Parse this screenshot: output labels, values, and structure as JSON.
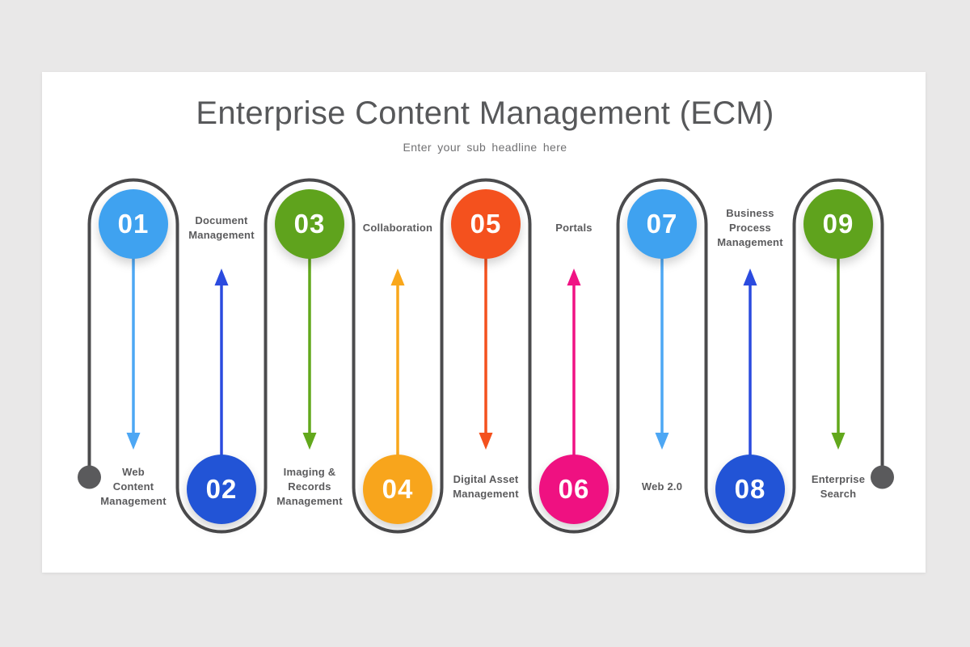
{
  "title": "Enterprise Content Management (ECM)",
  "subtitle": "Enter your sub headline here",
  "colors": {
    "page_background": "#e9e8e8",
    "card_background": "#ffffff",
    "track": "#4b4b4d",
    "end_dot": "#5a5a5c",
    "title_text": "#57585a",
    "subtitle_text": "#707072",
    "label_text": "#5b5b5d",
    "number_text": "#ffffff"
  },
  "items": [
    {
      "number": "01",
      "label": "Web Content Management",
      "label_lines": [
        "Web",
        "Content",
        "Management"
      ],
      "color": "#3fa2f0",
      "arrow_color": "#4da7f4",
      "position": "top",
      "arrow_direction": "down"
    },
    {
      "number": "02",
      "label": "Document Management",
      "label_lines": [
        "Document",
        "Management"
      ],
      "color": "#2254d6",
      "arrow_color": "#2b4bdf",
      "position": "bottom",
      "arrow_direction": "up"
    },
    {
      "number": "03",
      "label": "Imaging & Records Management",
      "label_lines": [
        "Imaging &",
        "Records",
        "Management"
      ],
      "color": "#5fa31d",
      "arrow_color": "#62a81c",
      "position": "top",
      "arrow_direction": "down"
    },
    {
      "number": "04",
      "label": "Collaboration",
      "label_lines": [
        "Collaboration"
      ],
      "color": "#f8a51c",
      "arrow_color": "#f9a71b",
      "position": "bottom",
      "arrow_direction": "up"
    },
    {
      "number": "05",
      "label": "Digital Asset Management",
      "label_lines": [
        "Digital Asset",
        "Management"
      ],
      "color": "#f4511e",
      "arrow_color": "#f4511e",
      "position": "top",
      "arrow_direction": "down"
    },
    {
      "number": "06",
      "label": "Portals",
      "label_lines": [
        "Portals"
      ],
      "color": "#ef1181",
      "arrow_color": "#f01384",
      "position": "bottom",
      "arrow_direction": "up"
    },
    {
      "number": "07",
      "label": "Web 2.0",
      "label_lines": [
        "Web 2.0"
      ],
      "color": "#3fa2f0",
      "arrow_color": "#4da7f4",
      "position": "top",
      "arrow_direction": "down"
    },
    {
      "number": "08",
      "label": "Business Process Management",
      "label_lines": [
        "Business",
        "Process",
        "Management"
      ],
      "color": "#2254d6",
      "arrow_color": "#2b4bdf",
      "position": "bottom",
      "arrow_direction": "up"
    },
    {
      "number": "09",
      "label": "Enterprise Search",
      "label_lines": [
        "Enterprise",
        "Search"
      ],
      "color": "#5fa31d",
      "arrow_color": "#62a81c",
      "position": "top",
      "arrow_direction": "down"
    }
  ]
}
